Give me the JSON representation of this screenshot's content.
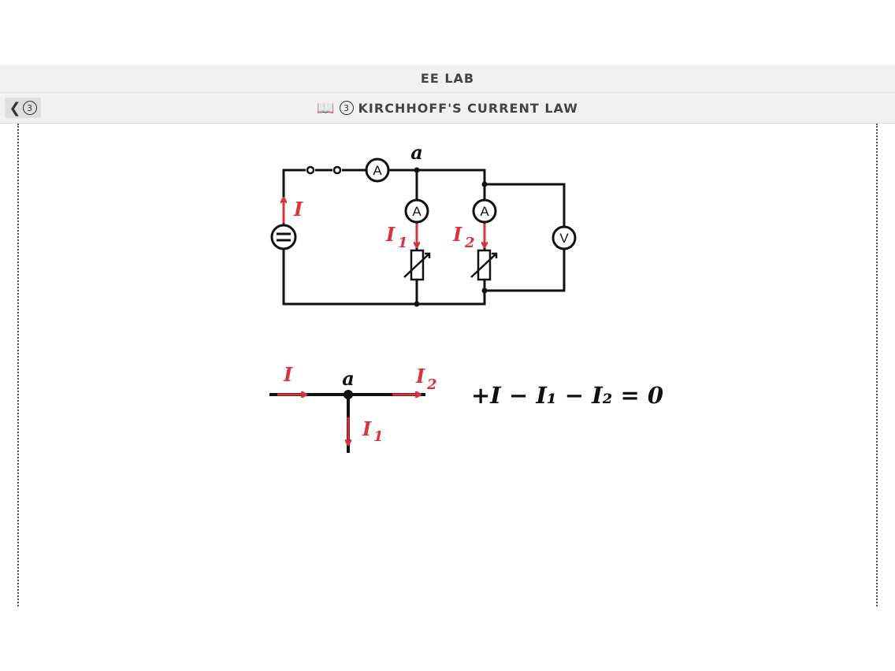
{
  "app": {
    "title": "EE LAB"
  },
  "lesson": {
    "back_number": "3",
    "number": "3",
    "title": "KIRCHHOFF'S CURRENT LAW"
  },
  "diagram": {
    "node_label": "a",
    "ammeter_symbol": "A",
    "voltmeter_symbol": "V",
    "current_total": "I",
    "current_1": "I",
    "current_1_sub": "1",
    "current_2": "I",
    "current_2_sub": "2",
    "equation": "+I − I₁ − I₂ = 0"
  },
  "colors": {
    "current": "#d9313d",
    "wire": "#111111"
  }
}
